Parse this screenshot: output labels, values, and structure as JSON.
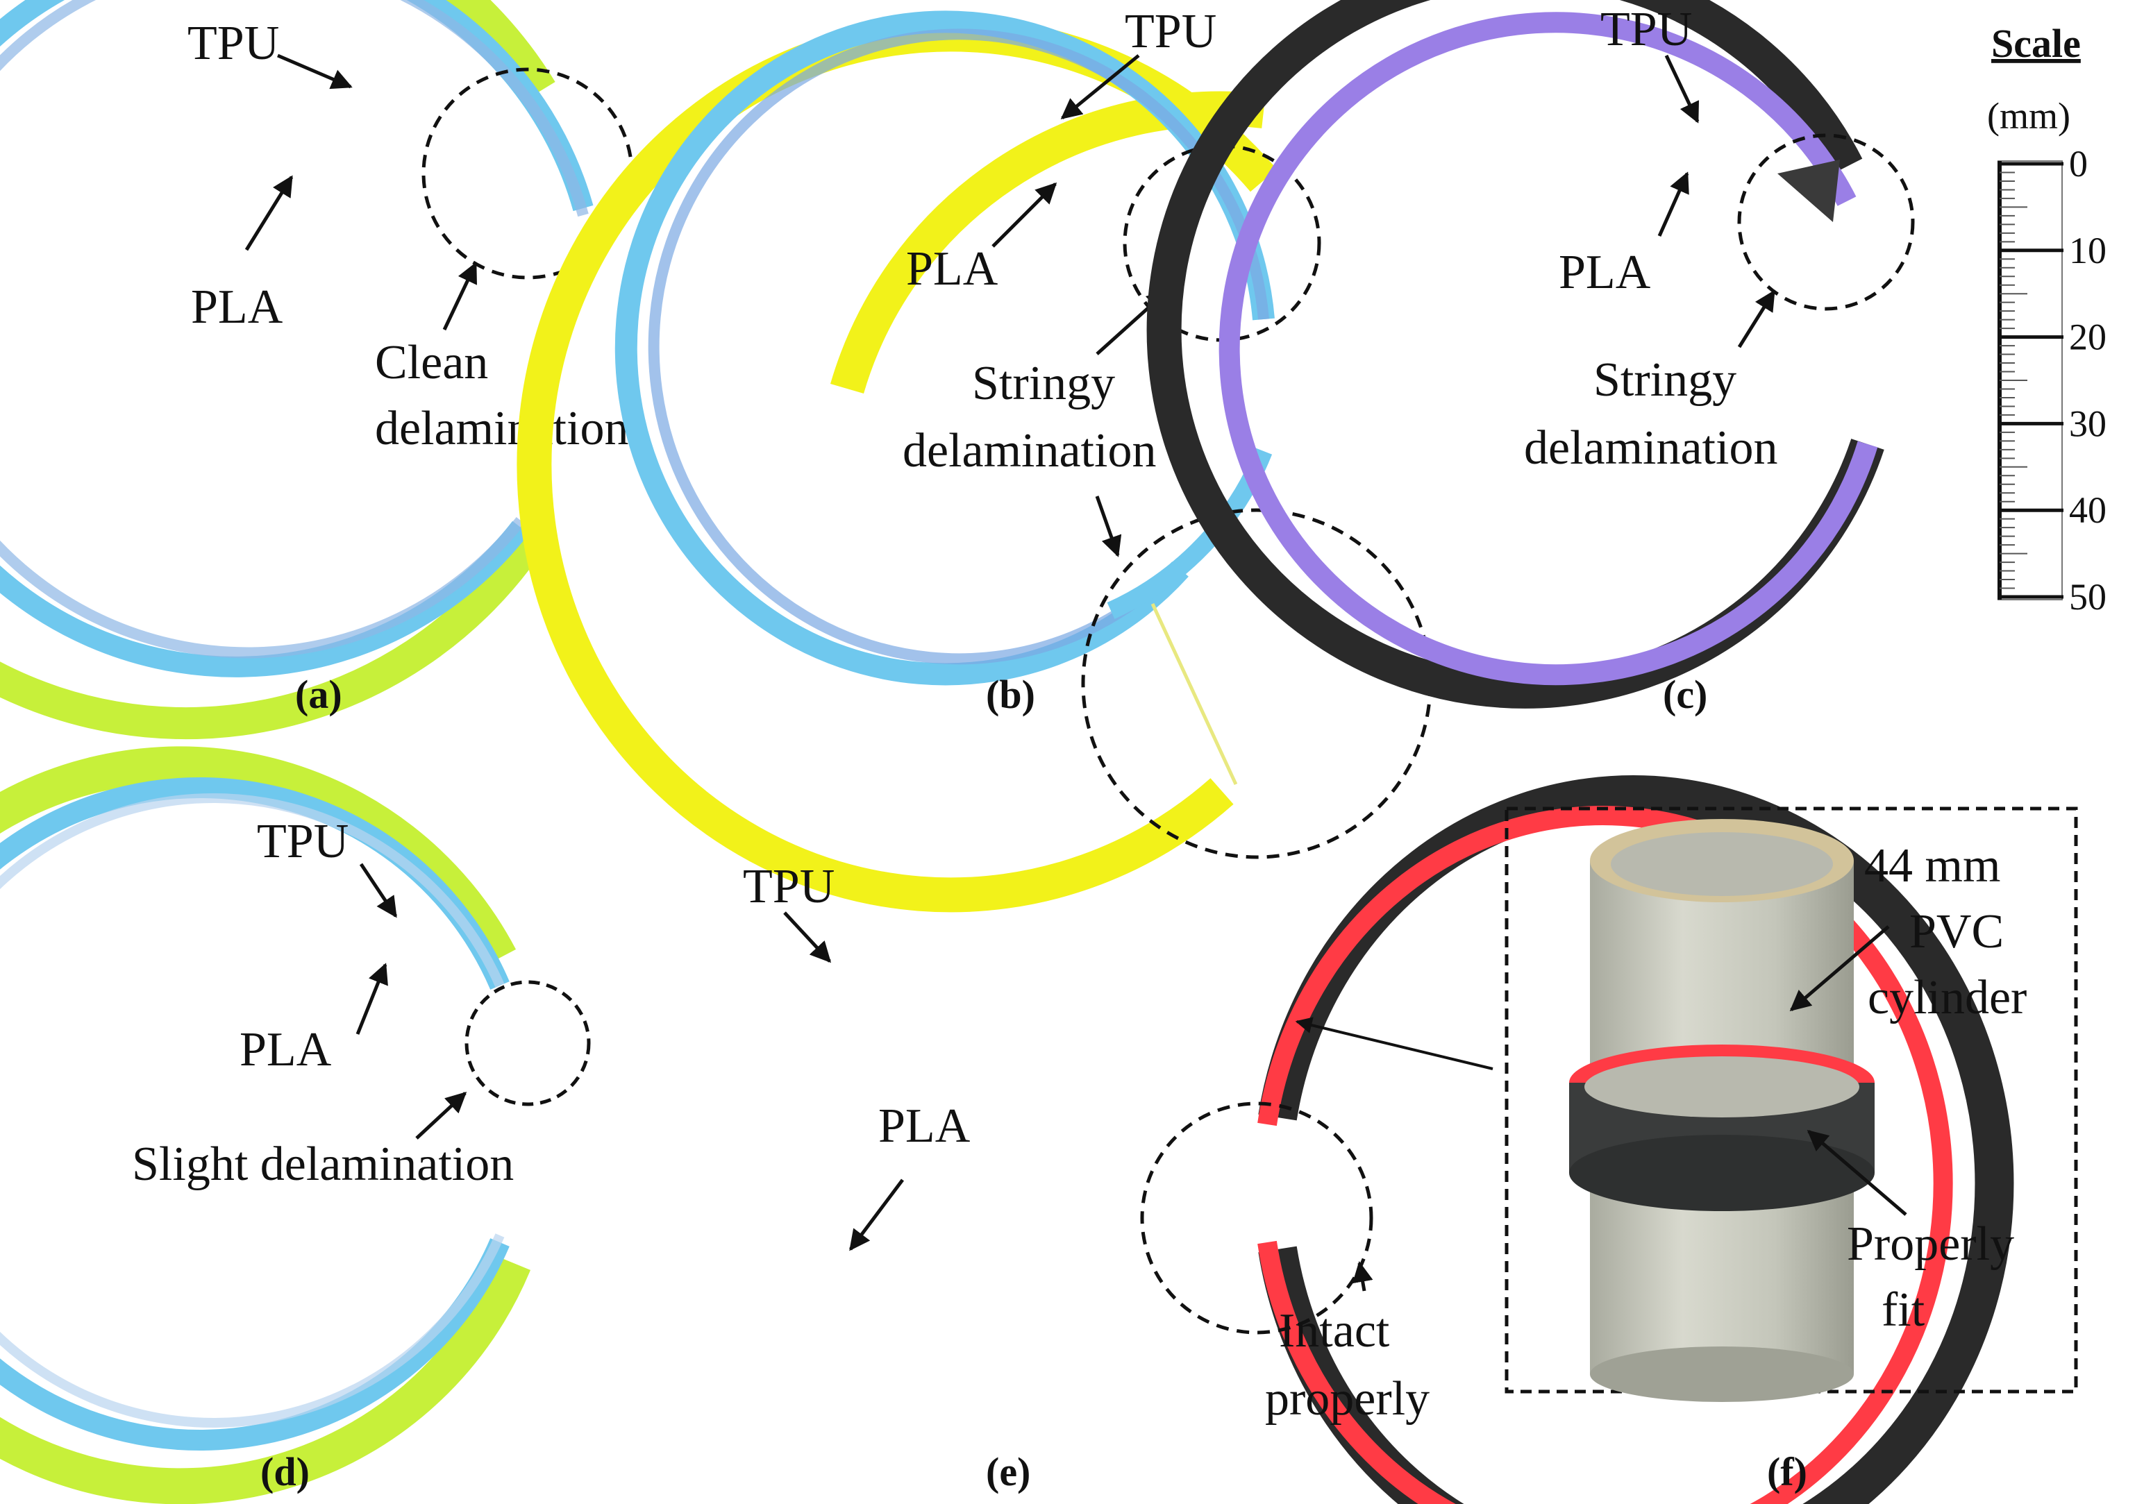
{
  "panels": {
    "a": {
      "caption": "(a)",
      "outer_label": "TPU",
      "inner_label": "PLA",
      "note": [
        "Clean",
        "delamination"
      ]
    },
    "b": {
      "caption": "(b)",
      "outer_label": "TPU",
      "inner_label": "PLA",
      "note": [
        "Stringy",
        "delamination"
      ]
    },
    "c": {
      "caption": "(c)",
      "outer_label": "TPU",
      "inner_label": "PLA",
      "note": [
        "Stringy",
        "delamination"
      ]
    },
    "d": {
      "caption": "(d)",
      "outer_label": "TPU",
      "inner_label": "PLA",
      "note": [
        "Slight delamination"
      ]
    },
    "e": {
      "caption": "(e)",
      "outer_label": "TPU",
      "inner_label": "PLA",
      "note": [
        "Intact",
        "properly"
      ]
    },
    "f": {
      "caption": "(f)",
      "cylinder_note": [
        "44 mm",
        "PVC",
        "cylinder"
      ],
      "fit_note": [
        "Properly",
        "fit"
      ]
    }
  },
  "scale": {
    "title": "Scale",
    "unit": "(mm)",
    "ticks": [
      "0",
      "10",
      "20",
      "30",
      "40",
      "50"
    ]
  },
  "colors": {
    "tpu_green": "#c7f03a",
    "tpu_yellow": "#f2f21a",
    "tpu_black": "#2a2a2a",
    "pla_blue": "#6fc8ee",
    "pla_purple": "#9a7fe6",
    "pla_red": "#ff3b45",
    "pvc": "#c9cbbf"
  },
  "icons": {
    "arrow": "arrow-icon",
    "highlight": "dashed-circle-icon"
  }
}
